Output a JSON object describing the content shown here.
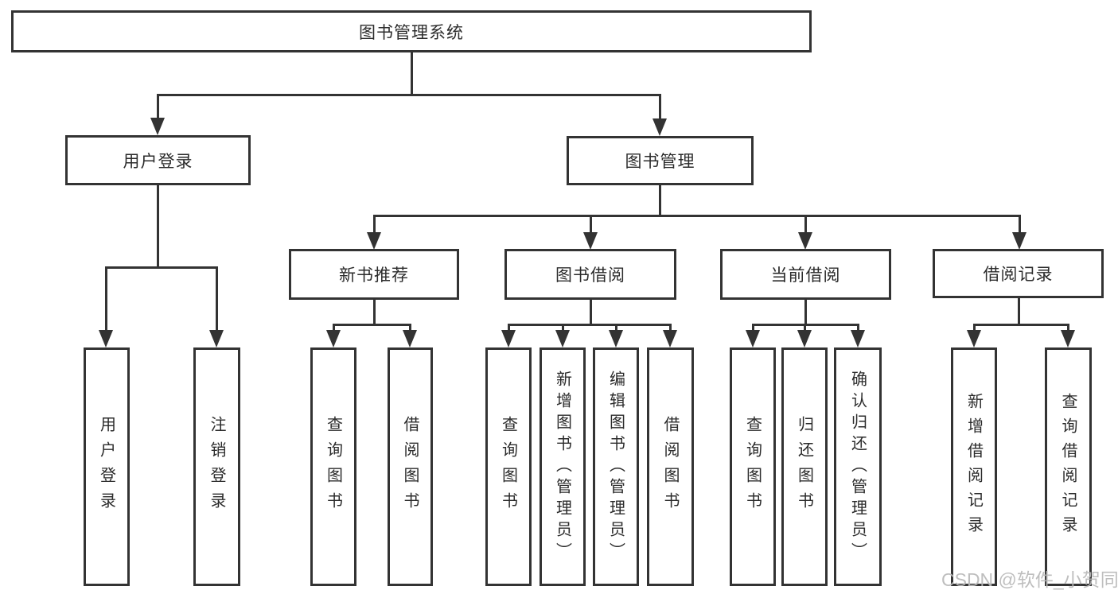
{
  "tree": {
    "label": "图书管理系统",
    "children": [
      {
        "label": "用户登录",
        "children": [
          {
            "label": "用户登录"
          },
          {
            "label": "注销登录"
          }
        ]
      },
      {
        "label": "图书管理",
        "children": [
          {
            "label": "新书推荐",
            "children": [
              {
                "label": "查询图书"
              },
              {
                "label": "借阅图书"
              }
            ]
          },
          {
            "label": "图书借阅",
            "children": [
              {
                "label": "查询图书"
              },
              {
                "label": "新增图书（管理员）"
              },
              {
                "label": "编辑图书（管理员）"
              },
              {
                "label": "借阅图书"
              }
            ]
          },
          {
            "label": "当前借阅",
            "children": [
              {
                "label": "查询图书"
              },
              {
                "label": "归还图书"
              },
              {
                "label": "确认归还（管理员）"
              }
            ]
          },
          {
            "label": "借阅记录",
            "children": [
              {
                "label": "新增借阅记录"
              },
              {
                "label": "查询借阅记录"
              }
            ]
          }
        ]
      }
    ]
  },
  "watermark": {
    "text": "CSDN @软件_小贺同学"
  },
  "colors": {
    "line": "#333333",
    "text": "#2b2b2b",
    "background": "#ffffff",
    "watermark": "#b9b9b9"
  }
}
